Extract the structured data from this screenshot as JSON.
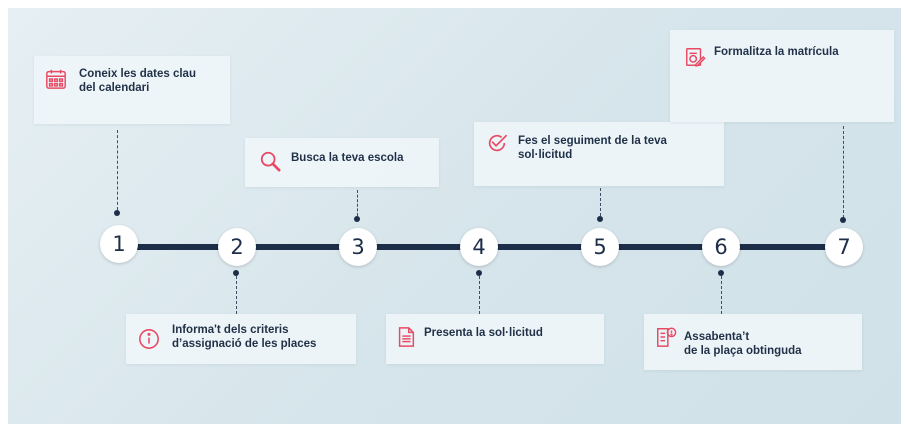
{
  "accent_color": "#e84a64",
  "line_color": "#1c2e48",
  "steps": [
    {
      "number": "1",
      "label": "Coneix les dates clau\ndel calendari",
      "icon": "calendar-icon",
      "position": "above"
    },
    {
      "number": "2",
      "label": "Informa't dels criteris\nd’assignació de les places",
      "icon": "info-icon",
      "position": "below"
    },
    {
      "number": "3",
      "label": "Busca la teva escola",
      "icon": "search-icon",
      "position": "above"
    },
    {
      "number": "4",
      "label": "Presenta la sol·licitud",
      "icon": "document-icon",
      "position": "below"
    },
    {
      "number": "5",
      "label": "Fes el seguiment de la teva\nsol·licitud",
      "icon": "check-badge-icon",
      "position": "above"
    },
    {
      "number": "6",
      "label": "Assabenta’t\nde la plaça obtinguda",
      "icon": "document-alert-icon",
      "position": "below"
    },
    {
      "number": "7",
      "label": "Formalitza la matrícula",
      "icon": "form-pen-icon",
      "position": "above"
    }
  ]
}
